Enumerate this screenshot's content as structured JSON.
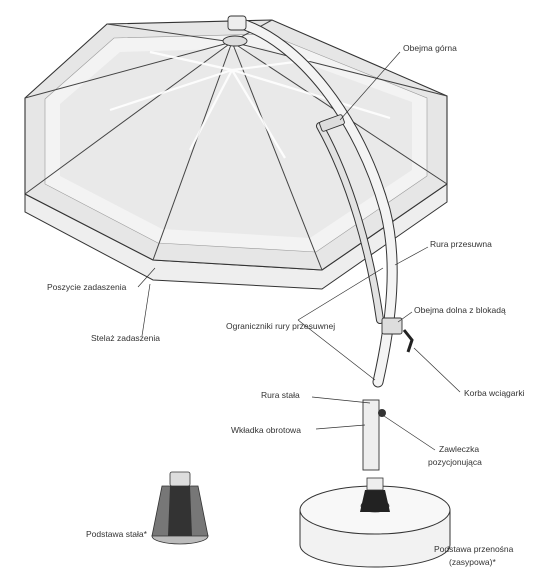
{
  "labels": {
    "obejma_gorna": "Obejma górna",
    "rura_przesuwna": "Rura przesuwna",
    "obejma_dolna": "Obejma dolna z blokadą",
    "ograniczniki": "Ograniczniki rury przesuwnej",
    "korba": "Korba wciągarki",
    "rura_stala": "Rura stała",
    "wkladka": "Wkładka obrotowa",
    "zawleczka_1": "Zawleczka",
    "zawleczka_2": "pozycjonująca",
    "poszycie": "Poszycie zadaszenia",
    "stelaz": "Stelaż zadaszenia",
    "podstawa_stala": "Podstawa stała*",
    "podstawa_przenosna_1": "Podstawa przenośna",
    "podstawa_przenosna_2": "(zasypowa)*"
  }
}
